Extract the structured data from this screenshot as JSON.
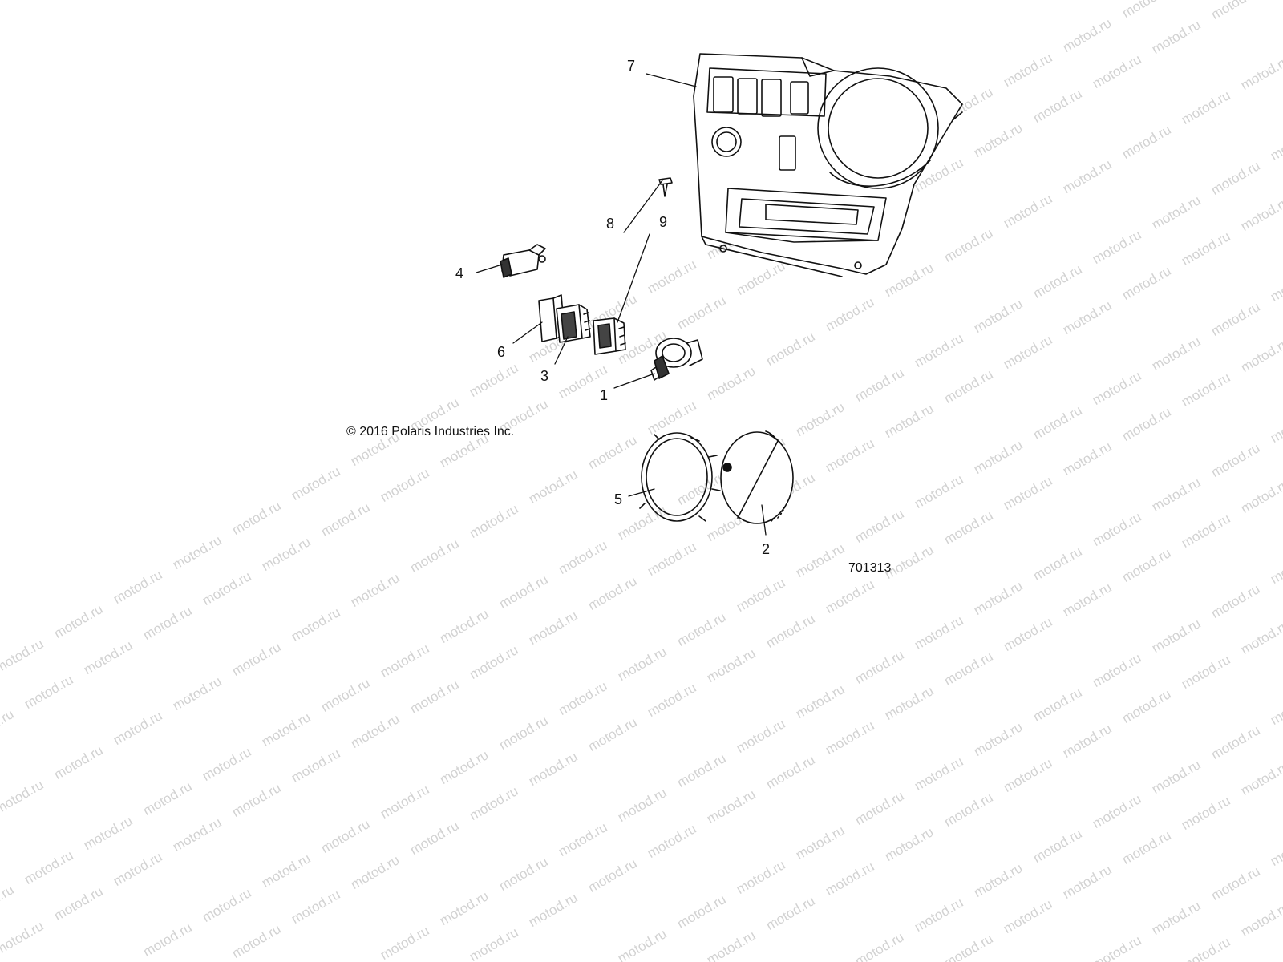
{
  "watermark": {
    "text": "motod.ru"
  },
  "copyright": "© 2016 Polaris Industries Inc.",
  "figure_number": "701313",
  "callouts": {
    "c1": "1",
    "c2": "2",
    "c3": "3",
    "c4": "4",
    "c5": "5",
    "c6": "6",
    "c7": "7",
    "c8": "8",
    "c9": "9"
  },
  "parts": {
    "p1": {
      "name": "ignition-switch"
    },
    "p2": {
      "name": "gauge"
    },
    "p3": {
      "name": "rocker-switch"
    },
    "p4": {
      "name": "power-outlet"
    },
    "p5": {
      "name": "gauge-retaining-ring"
    },
    "p6": {
      "name": "switch-cover"
    },
    "p7": {
      "name": "dash-panel"
    },
    "p8": {
      "name": "push-rivet"
    },
    "p9": {
      "name": "rocker-switch"
    }
  }
}
